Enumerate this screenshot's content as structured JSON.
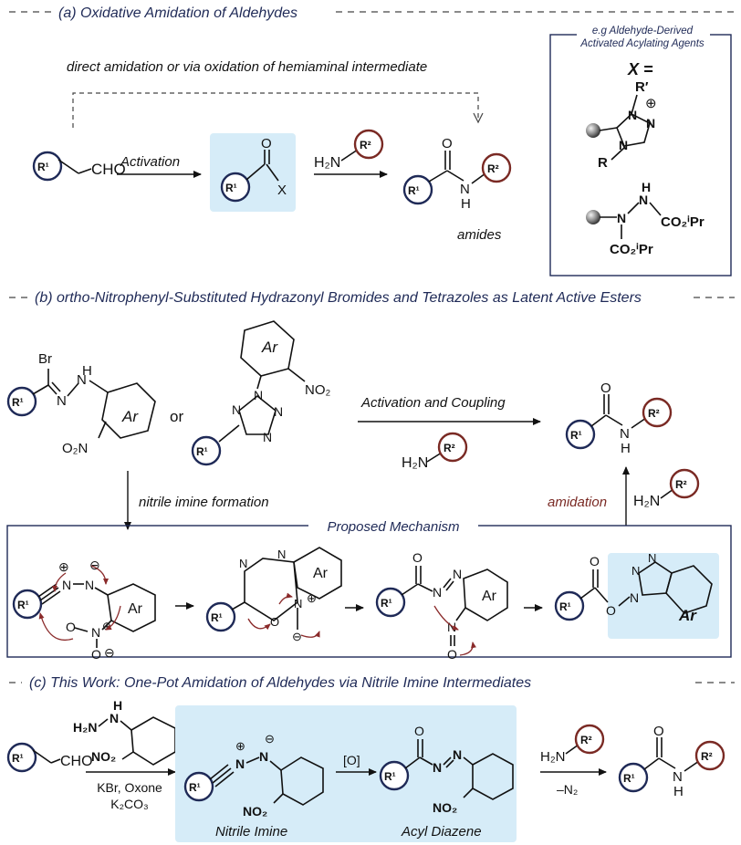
{
  "headers": {
    "a": "(a) Oxidative Amidation of Aldehydes",
    "b": "(b) ortho-Nitrophenyl-Substituted Hydrazonyl Bromides and Tetrazoles as Latent Active Esters",
    "c": "(c) This Work: One-Pot Amidation of Aldehydes via Nitrile Imine Intermediates"
  },
  "section_a": {
    "dashed_label": "direct amidation or via oxidation of hemiaminal intermediate",
    "activation": "Activation",
    "amides": "amides",
    "box_title_1": "e.g Aldehyde-Derived",
    "box_title_2": "Activated Acylating Agents",
    "x_equals": "X ="
  },
  "section_b": {
    "or": "or",
    "activation_coupling": "Activation and Coupling",
    "nitrile_imine_formation": "nitrile imine formation",
    "amidation": "amidation",
    "proposed_mechanism": "Proposed Mechanism"
  },
  "section_c": {
    "reagents_1": "KBr, Oxone",
    "reagents_2": "K₂CO₃",
    "oxidant": "[O]",
    "minus_n2": "–N₂",
    "nitrile_imine": "Nitrile Imine",
    "acyl_diazene": "Acyl Diazene"
  },
  "chem": {
    "R1": "R¹",
    "R2": "R²",
    "CHO": "CHO",
    "O": "O",
    "X": "X",
    "H": "H",
    "N": "N",
    "H2N": "H₂N",
    "Br": "Br",
    "Ar": "Ar",
    "NO2": "NO₂",
    "O2N": "O₂N",
    "R": "R",
    "Rprime": "R′",
    "CO2iPr": "CO₂ⁱPr",
    "plus": "⊕",
    "minus": "⊖"
  },
  "colors": {
    "navy": "#1f2a57",
    "maroon": "#7a2a24",
    "highlight": "#d6ecf8",
    "arrow_red": "#8a2a2a"
  }
}
